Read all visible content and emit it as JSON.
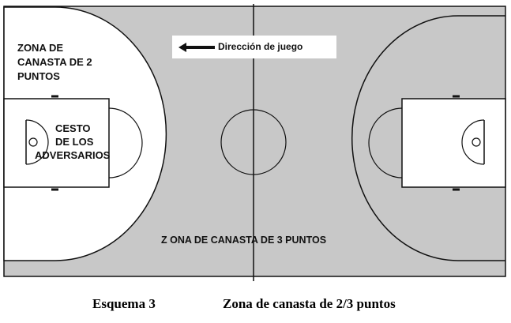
{
  "labels": {
    "zone2_line1": "ZONA DE",
    "zone2_line2": "CANASTA DE 2",
    "zone2_line3": "PUNTOS",
    "basket_line1": "CESTO",
    "basket_line2": "DE LOS",
    "basket_line3": "ADVERSARIOS",
    "direction": "Dirección de juego",
    "zone3": "Z  ONA DE CANASTA DE 3 PUNTOS"
  },
  "caption": {
    "left": "Esquema 3",
    "right": "Zona de canasta de 2/3 puntos"
  },
  "colors": {
    "court_fill": "#c8c8c8",
    "zone2_fill": "#ffffff",
    "lines": "#111111"
  },
  "icons": {
    "direction_arrow": "arrow-left-icon"
  }
}
